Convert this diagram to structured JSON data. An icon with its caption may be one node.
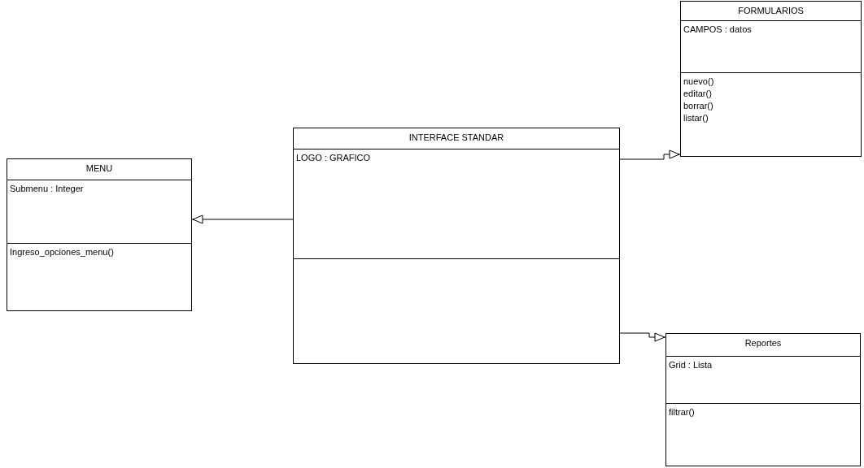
{
  "diagram": {
    "nodes": [
      {
        "text": [
          "FORMULARIOS",
          "CAMPOS : datos",
          "nuevo()",
          "editar()",
          "borrar()",
          "listar()"
        ]
      },
      {
        "text": [
          "INTERFACE STANDAR",
          "LOGO : GRAFICO"
        ]
      },
      {
        "text": [
          "MENU",
          "Submenu : Integer",
          "Ingreso_opciones_menu()"
        ]
      },
      {
        "text": [
          "Reportes",
          "Grid : Lista",
          "filtrar()"
        ]
      }
    ],
    "edges": [
      {
        "from": 1,
        "to": 2,
        "arrow": "to"
      },
      {
        "from": 1,
        "to": 0,
        "arrow": "to"
      },
      {
        "from": 1,
        "to": 3,
        "arrow": "to"
      }
    ]
  }
}
